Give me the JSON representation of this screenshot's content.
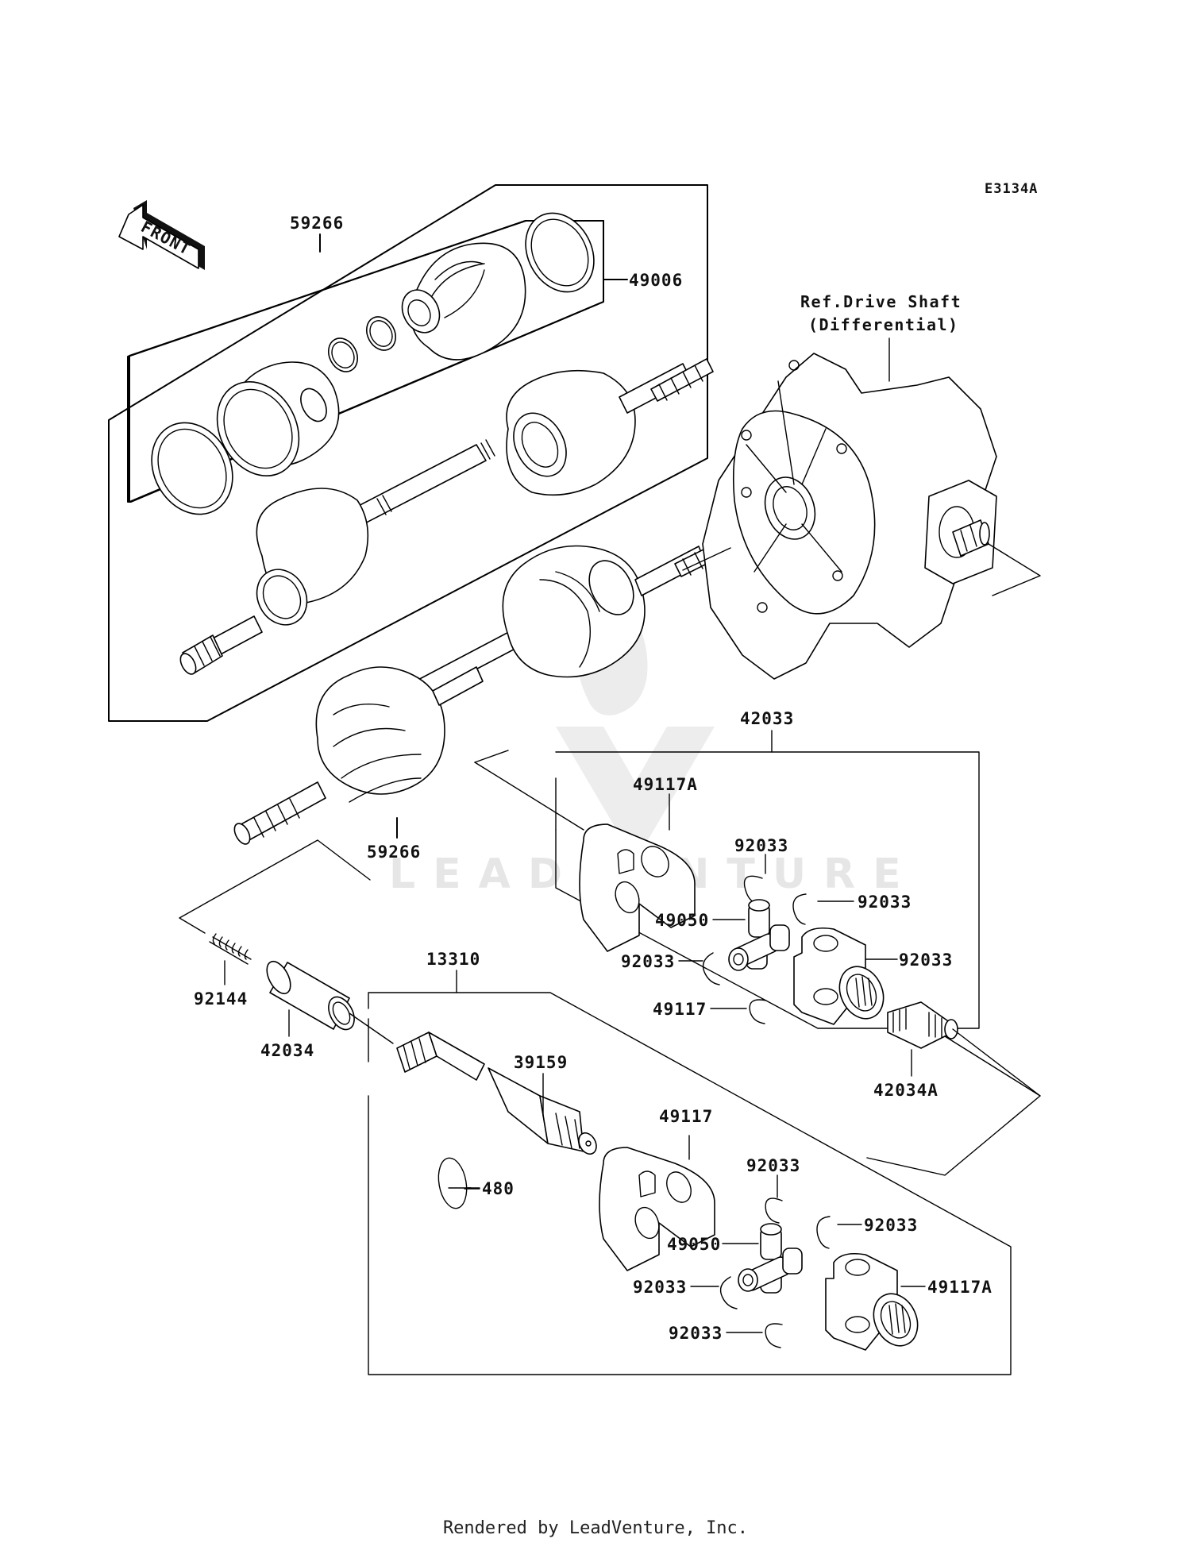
{
  "diagram": {
    "code": "E3134A",
    "front_arrow_label": "FRONT",
    "reference": {
      "line1": "Ref.Drive Shaft",
      "line2": "(Differential)"
    },
    "watermark": "LEADVENTURE",
    "callouts": [
      {
        "id": "c-59266-top",
        "label": "59266",
        "part": "drive-shaft-assembly"
      },
      {
        "id": "c-49006",
        "label": "49006",
        "part": "boot-kit"
      },
      {
        "id": "c-59266-bottom",
        "label": "59266",
        "part": "drive-shaft-assembly"
      },
      {
        "id": "c-42033",
        "label": "42033",
        "part": "universal-joint-assembly"
      },
      {
        "id": "c-49117A-upper",
        "label": "49117A",
        "part": "yoke"
      },
      {
        "id": "c-92033-u1",
        "label": "92033",
        "part": "circlip"
      },
      {
        "id": "c-92033-u2",
        "label": "92033",
        "part": "circlip"
      },
      {
        "id": "c-49050-upper",
        "label": "49050",
        "part": "spider-cross"
      },
      {
        "id": "c-92033-u3",
        "label": "92033",
        "part": "circlip"
      },
      {
        "id": "c-49117-upper",
        "label": "49117",
        "part": "yoke"
      },
      {
        "id": "c-92033-u4",
        "label": "92033",
        "part": "circlip"
      },
      {
        "id": "c-42034A",
        "label": "42034A",
        "part": "spline-joint"
      },
      {
        "id": "c-92144",
        "label": "92144",
        "part": "spring"
      },
      {
        "id": "c-42034",
        "label": "42034",
        "part": "sleeve-joint"
      },
      {
        "id": "c-13310",
        "label": "13310",
        "part": "shaft-assembly"
      },
      {
        "id": "c-39159",
        "label": "39159",
        "part": "propeller-shaft"
      },
      {
        "id": "c-480",
        "label": "480",
        "part": "circlip-large"
      },
      {
        "id": "c-49117-lower",
        "label": "49117",
        "part": "yoke"
      },
      {
        "id": "c-92033-l1",
        "label": "92033",
        "part": "circlip"
      },
      {
        "id": "c-92033-l2",
        "label": "92033",
        "part": "circlip"
      },
      {
        "id": "c-49050-lower",
        "label": "49050",
        "part": "spider-cross"
      },
      {
        "id": "c-92033-l3",
        "label": "92033",
        "part": "circlip"
      },
      {
        "id": "c-49117A-lower",
        "label": "49117A",
        "part": "yoke"
      },
      {
        "id": "c-92033-l4",
        "label": "92033",
        "part": "circlip"
      }
    ]
  },
  "footer": {
    "text": "Rendered by LeadVenture, Inc."
  }
}
